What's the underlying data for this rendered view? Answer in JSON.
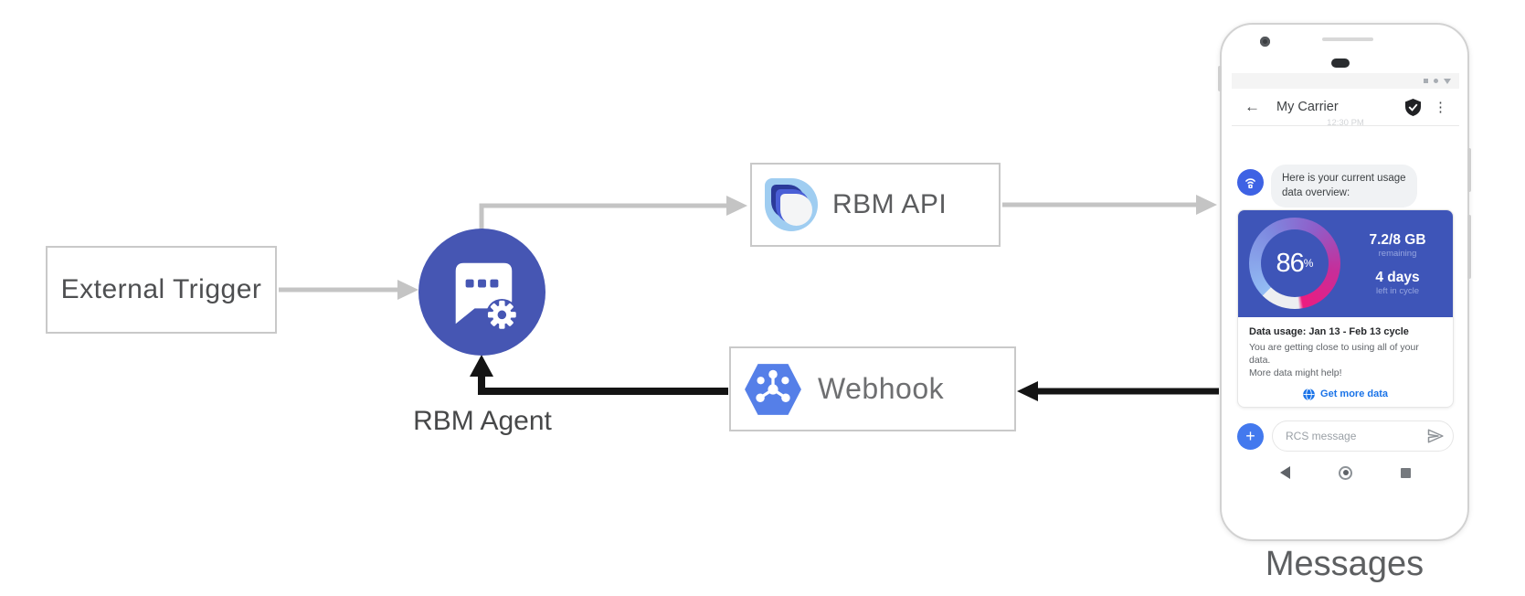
{
  "diagram": {
    "nodes": {
      "external_trigger": "External Trigger",
      "rbm_agent": "RBM Agent",
      "rbm_api": "RBM API",
      "webhook": "Webhook"
    },
    "phone_caption": "Messages"
  },
  "phone": {
    "header": {
      "back_icon": "←",
      "title": "My Carrier",
      "menu_icon": "⋮"
    },
    "timestamp": "12:30 PM",
    "message": {
      "line1": "Here is your current usage",
      "line2": "data overview:"
    },
    "usage_card": {
      "percent": "86",
      "percent_unit": "%",
      "remaining_value": "7.2/8 GB",
      "remaining_label": "remaining",
      "cycle_value": "4 days",
      "cycle_label": "left in cycle",
      "title": "Data usage: Jan 13 - Feb 13 cycle",
      "body_line1": "You are getting close to using all of your data.",
      "body_line2": "More data might help!",
      "action_label": "Get more data"
    },
    "composer": {
      "plus_icon": "+",
      "placeholder": "RCS message"
    }
  },
  "colors": {
    "agent_circle": "#4656b3",
    "webhook_hexagon": "#557fe8",
    "card_blue": "#3e55b8",
    "avatar_blue": "#3e62e4",
    "link_blue": "#1a73e8",
    "connector_gray": "#c4c4c4",
    "connector_black": "#141414",
    "gauge_gradient": [
      "#93bdf4",
      "#7e8ae0",
      "#c62e9a",
      "#ec1c7f"
    ]
  }
}
